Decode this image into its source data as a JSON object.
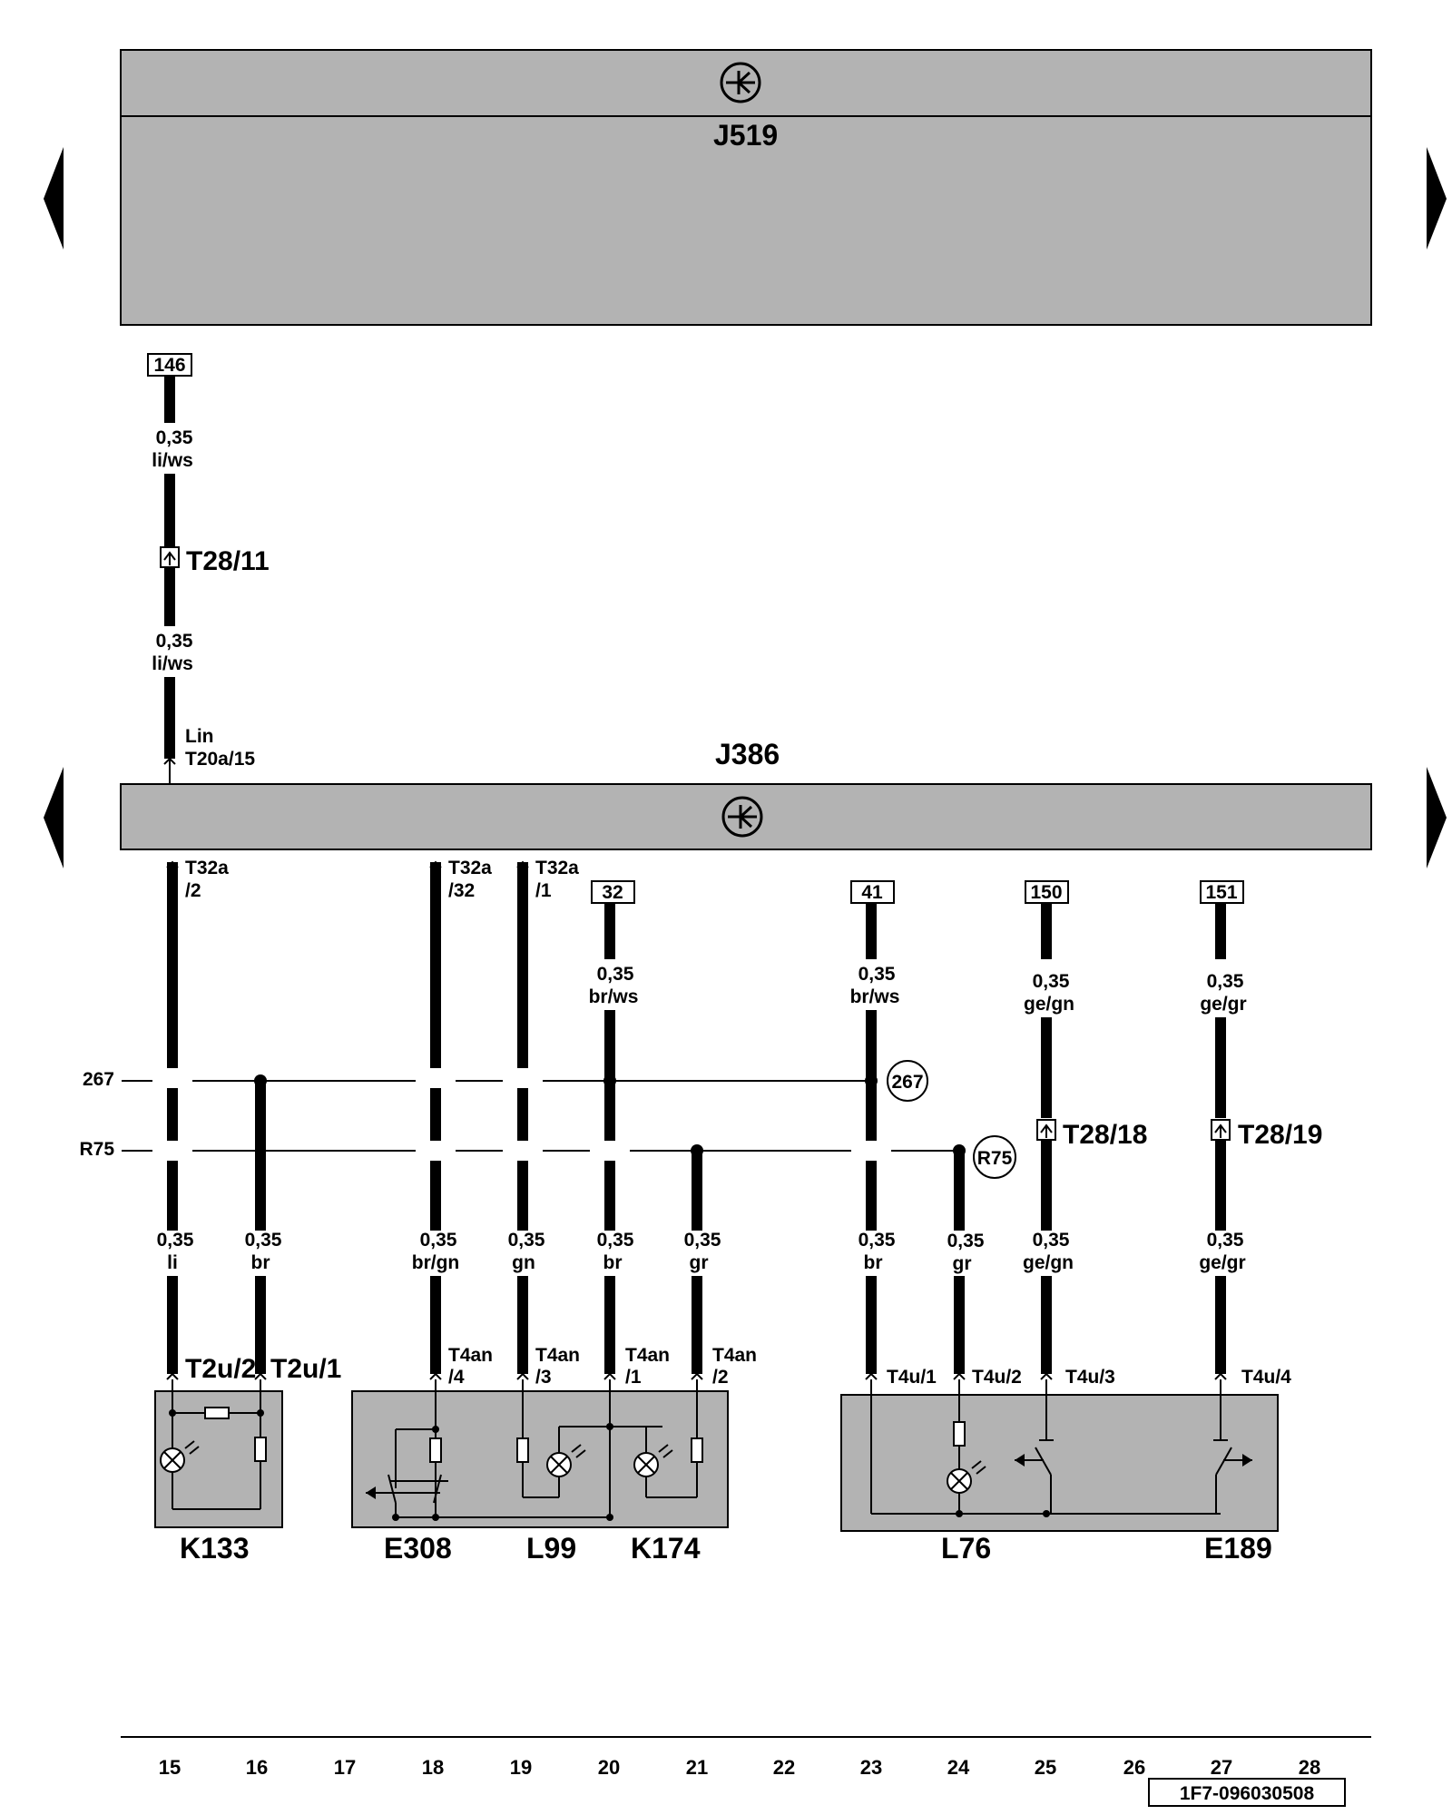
{
  "units": {
    "j519": "J519",
    "j386": "J386"
  },
  "wires": [
    {
      "id": "w146",
      "ref": "146",
      "upper_size": "0,35",
      "upper_color": "li/ws",
      "connector": "T28/11",
      "lower_size": "0,35",
      "lower_color": "li/ws",
      "pin_labels": [
        "Lin",
        "T20a/15"
      ]
    },
    {
      "id": "w15",
      "pin": [
        "T32a",
        "/2"
      ],
      "size": "0,35",
      "color": "li",
      "bottom_pin": "T2u/2"
    },
    {
      "id": "w16",
      "size": "0,35",
      "color": "br",
      "bottom_pin": "T2u/1"
    },
    {
      "id": "w18",
      "pin": [
        "T32a",
        "/32"
      ],
      "size": "0,35",
      "color": "br/gn",
      "bottom_pin": [
        "T4an",
        "/4"
      ]
    },
    {
      "id": "w19",
      "pin": [
        "T32a",
        "/1"
      ],
      "size": "0,35",
      "color": "gn",
      "bottom_pin": [
        "T4an",
        "/3"
      ]
    },
    {
      "id": "w20",
      "ref": "32",
      "upper_size": "0,35",
      "upper_color": "br/ws",
      "size": "0,35",
      "color": "br",
      "bottom_pin": [
        "T4an",
        "/1"
      ]
    },
    {
      "id": "w21",
      "size": "0,35",
      "color": "gr",
      "bottom_pin": [
        "T4an",
        "/2"
      ]
    },
    {
      "id": "w23",
      "ref": "41",
      "upper_size": "0,35",
      "upper_color": "br/ws",
      "size": "0,35",
      "color": "br",
      "bottom_pin": "T4u/1"
    },
    {
      "id": "w24",
      "size": "0,35",
      "color": "gr",
      "bottom_pin": "T4u/2"
    },
    {
      "id": "w25",
      "ref": "150",
      "upper_size": "0,35",
      "upper_color": "ge/gn",
      "connector": "T28/18",
      "size": "0,35",
      "color": "ge/gn",
      "bottom_pin": "T4u/3"
    },
    {
      "id": "w27",
      "ref": "151",
      "upper_size": "0,35",
      "upper_color": "ge/gr",
      "connector": "T28/19",
      "size": "0,35",
      "color": "ge/gr",
      "bottom_pin": "T4u/4"
    }
  ],
  "buses": [
    {
      "label": "267",
      "ref": "267"
    },
    {
      "label": "R75",
      "ref": "R75"
    }
  ],
  "components": [
    "K133",
    "E308",
    "L99",
    "K174",
    "L76",
    "E189"
  ],
  "columns": [
    "15",
    "16",
    "17",
    "18",
    "19",
    "20",
    "21",
    "22",
    "23",
    "24",
    "25",
    "26",
    "27",
    "28"
  ],
  "doc_id": "1F7-096030508",
  "icons": [
    "ecu-symbol-icon",
    "nav-left-icon",
    "nav-right-icon",
    "ground-point-icon",
    "lamp-icon",
    "switch-icon",
    "resistor-icon"
  ]
}
